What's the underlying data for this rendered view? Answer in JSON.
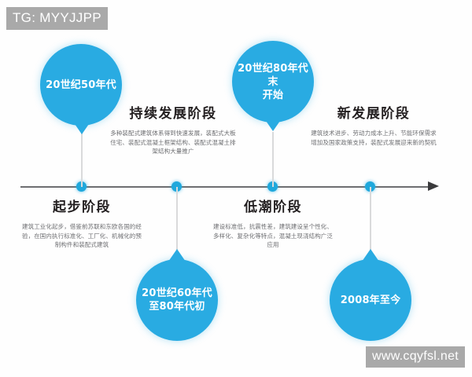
{
  "watermarks": {
    "top": "TG: MYYJJPP",
    "bottom": "www.cqyfsl.net"
  },
  "theme": {
    "balloon_color": "#29abe2",
    "dot_color": "#1fa8dc",
    "axis_color": "#6d6e71",
    "title_color": "#231f20",
    "body_color": "#6d6e71",
    "watermark_bg": "#a9a9a9"
  },
  "timeline": {
    "orientation": "horizontal",
    "arrow": "right",
    "node_count": 4
  },
  "milestones": [
    {
      "id": "stage-1",
      "balloon_label": "20世纪50年代",
      "balloon_position": "above",
      "title": "起步阶段",
      "title_position": "below",
      "body": "建筑工业化起步，借鉴前苏联和东欧各国的经验，在国内执行标准化、工厂化、机械化的预制构件和装配式建筑"
    },
    {
      "id": "stage-2",
      "balloon_label": "20世纪60年代\n至80年代初",
      "balloon_position": "below",
      "title": "持续发展阶段",
      "title_position": "above",
      "body": "多种装配式建筑体系得到快速发展，装配式大板住宅、装配式混凝土框架结构、装配式混凝土排架结构大量推广"
    },
    {
      "id": "stage-3",
      "balloon_label": "20世纪80年代末\n开始",
      "balloon_position": "above",
      "title": "低潮阶段",
      "title_position": "below",
      "body": "建设标准低，抗震性差，建筑建设呈个性化、多样化、复杂化等特点，混凝土现浇结构广泛应用"
    },
    {
      "id": "stage-4",
      "balloon_label": "2008年至今",
      "balloon_position": "below",
      "title": "新发展阶段",
      "title_position": "above",
      "body": "建筑技术进步、劳动力成本上升、节能环保需求增加及国家政策支持，装配式发展迎来新的契机"
    }
  ]
}
